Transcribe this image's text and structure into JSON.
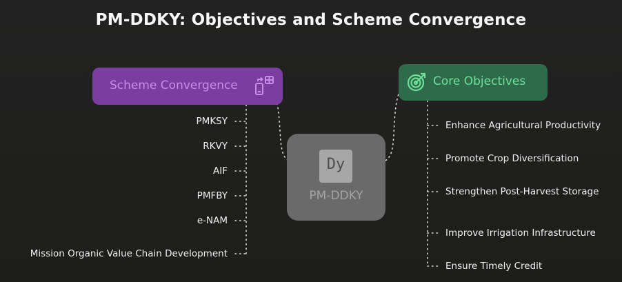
{
  "title": "PM-DDKY: Objectives and Scheme Convergence",
  "center": {
    "label": "PM-DDKY",
    "logo_text": "Dy"
  },
  "left_branch": {
    "label": "Scheme Convergence",
    "icon": "phone-grid-icon",
    "items": [
      "PMKSY",
      "RKVY",
      "AIF",
      "PMFBY",
      "e-NAM",
      "Mission Organic Value Chain Development"
    ]
  },
  "right_branch": {
    "label": "Core Objectives",
    "icon": "target-icon",
    "items": [
      "Enhance Agricultural Productivity",
      "Promote Crop Diversification",
      "Strengthen Post-Harvest Storage",
      "Improve Irrigation Infrastructure",
      "Ensure Timely Credit"
    ]
  },
  "colors": {
    "background": "#222222",
    "left_node": "#7a3ea1",
    "left_text": "#c98ce8",
    "right_node": "#2e6b4a",
    "right_text": "#6fe09a",
    "center_node": "#6a6a6a",
    "connector": "#d8d8d8"
  }
}
